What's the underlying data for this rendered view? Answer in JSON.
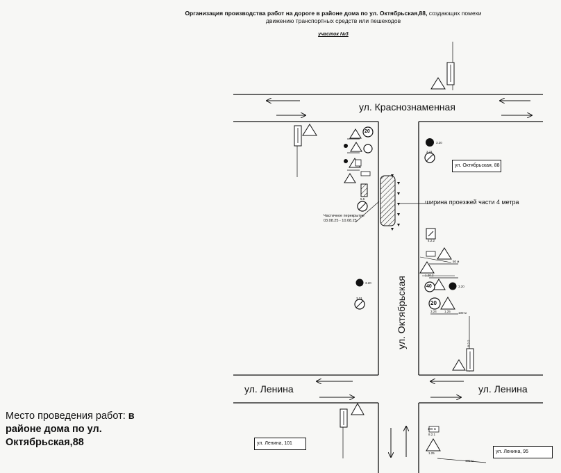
{
  "header": {
    "title_bold": "Организация производства работ на дороге в районе дома по ул. Октябрьская,88,",
    "title_rest": "создающих помехи",
    "title_line2": "движению транспортных средств или пешеходов",
    "section": "участок №3"
  },
  "streets": {
    "krasnoznamennaya": "ул. Краснознаменная",
    "oktyabrskaya": "ул. Октябрьская",
    "lenina_left": "ул. Ленина",
    "lenina_right": "ул. Ленина"
  },
  "buildings": {
    "okt88": "ул. Октябрьская, 88",
    "lenina101": "ул. Ленина, 101",
    "lenina95": "ул. Ленина, 95"
  },
  "annotations": {
    "roadway_width": "ширина проезжей части 4 метра",
    "closure_title": "Частичное перекрытие",
    "closure_dates": "03.08.25 - 10.08.25",
    "dist_50": "50 м",
    "dist_100": "100 м",
    "dist_100_sign": "100 м"
  },
  "signs": {
    "speed_20": "20",
    "speed_40": "40",
    "code_5_5": "5.5",
    "code_1_25": "1.25",
    "code_3_20": "3.20",
    "code_3_24": "3.24",
    "code_3_31": "3.31",
    "code_8_2_1": "8.2.1",
    "code_8_2_2": "8.2.2",
    "code_4_2_2": "4.2.2",
    "code_1_20_2": "1.20.2"
  },
  "place": {
    "label": "Место проведения работ:",
    "value": "в районе дома по ул. Октябрьская,88"
  }
}
